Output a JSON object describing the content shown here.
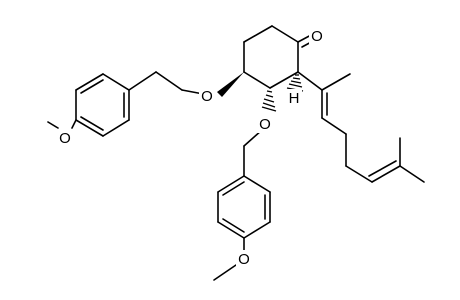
{
  "structure": {
    "atoms": {
      "carbonyl_o": "O",
      "ether_o_upper": "O",
      "ether_o_lower": "O",
      "methoxy_o_left": "O",
      "methoxy_o_bottom": "O",
      "stereo_h": "H"
    }
  }
}
